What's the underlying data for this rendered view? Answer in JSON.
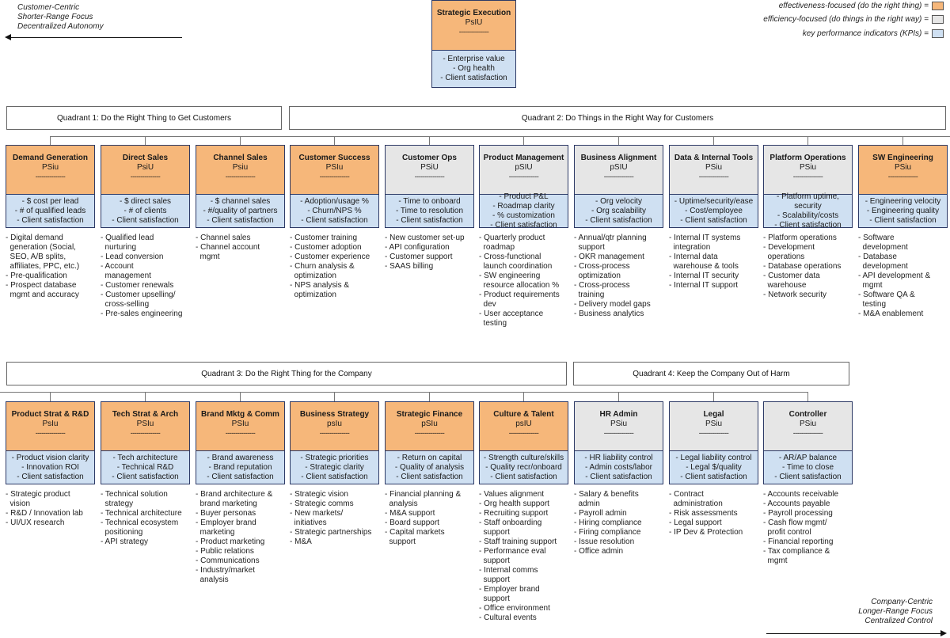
{
  "corner": {
    "top_left": [
      "Customer-Centric",
      "Shorter-Range Focus",
      "Decentralized Autonomy"
    ],
    "bottom_right": [
      "Company-Centric",
      "Longer-Range Focus",
      "Centralized Control"
    ]
  },
  "legend": [
    {
      "label": "effectiveness-focused (do the right thing) =",
      "color": "#f6b77a"
    },
    {
      "label": "efficiency-focused (do things in the right way) =",
      "color": "#e6e6e6"
    },
    {
      "label": "key performance indicators (KPIs) =",
      "color": "#cfe0f2"
    }
  ],
  "top": {
    "title": "Strategic Execution",
    "code": "PsIU",
    "dash": "---------------",
    "kpis": [
      "- Enterprise value",
      "- Org health",
      "- Client satisfaction"
    ]
  },
  "quadrants": {
    "q1": "Quadrant 1: Do the Right Thing to Get Customers",
    "q2": "Quadrant 2: Do Things in the Right Way for Customers",
    "q3": "Quadrant 3: Do the Right Thing for the Company",
    "q4": "Quadrant 4: Keep the Company Out of Harm"
  },
  "colors": {
    "effectiveness": "#f6b77a",
    "efficiency": "#e6e6e6",
    "kpi": "#cfe0f2",
    "border": "#2d3a66"
  },
  "row1": [
    {
      "title": "Demand Generation",
      "code": "PSiu",
      "type": "effectiveness",
      "kpis": [
        "- $ cost per lead",
        "- # of qualified leads",
        "- Client satisfaction"
      ],
      "items": [
        "- Digital demand",
        "  generation (Social,",
        "  SEO, A/B splits,",
        "  affiliates, PPC, etc.)",
        "- Pre-qualification",
        "- Prospect database",
        "  mgmt and accuracy"
      ]
    },
    {
      "title": "Direct Sales",
      "code": "PsiU",
      "type": "effectiveness",
      "kpis": [
        "- $ direct sales",
        "- # of clients",
        "- Client satisfaction"
      ],
      "items": [
        "- Qualified lead",
        "  nurturing",
        "- Lead conversion",
        "- Account",
        "  management",
        "- Customer renewals",
        "- Customer upselling/",
        "  cross-selling",
        "- Pre-sales engineering"
      ]
    },
    {
      "title": "Channel Sales",
      "code": "Psiu",
      "type": "effectiveness",
      "kpis": [
        "- $ channel sales",
        "- #/quality of partners",
        "- Client satisfaction"
      ],
      "items": [
        "- Channel sales",
        "- Channel account",
        "  mgmt"
      ]
    },
    {
      "title": "Customer Success",
      "code": "PSIu",
      "type": "effectiveness",
      "kpis": [
        "- Adoption/usage %",
        "- Churn/NPS %",
        "- Client satisfaction"
      ],
      "items": [
        "- Customer training",
        "- Customer adoption",
        "- Customer experience",
        "- Churn analysis &",
        "  optimization",
        "- NPS analysis &",
        "  optimization"
      ]
    },
    {
      "title": "Customer Ops",
      "code": "PSiU",
      "type": "efficiency",
      "kpis": [
        "- Time to onboard",
        "- Time to resolution",
        "- Client satisfaction"
      ],
      "items": [
        "- New customer set-up",
        "- API configuration",
        "- Customer support",
        "- SAAS billing"
      ]
    },
    {
      "title": "Product Management",
      "code": "pSIU",
      "type": "efficiency",
      "kpis": [
        "- Product P&L",
        "- Roadmap clarity",
        "- % customization",
        "- Client satisfaction"
      ],
      "items": [
        "- Quarterly product",
        "  roadmap",
        "- Cross-functional",
        "  launch coordination",
        "- SW engineering",
        "  resource allocation %",
        "- Product requirements",
        "  dev",
        "- User acceptance",
        "  testing"
      ]
    },
    {
      "title": "Business Alignment",
      "code": "pSIU",
      "type": "efficiency",
      "kpis": [
        "- Org velocity",
        "- Org scalability",
        "- Client satisfaction"
      ],
      "items": [
        "- Annual/qtr planning",
        "  support",
        "- OKR management",
        "- Cross-process",
        "  optimization",
        "- Cross-process",
        "  training",
        "- Delivery model gaps",
        "- Business analytics"
      ]
    },
    {
      "title": "Data & Internal Tools",
      "code": "PSiu",
      "type": "efficiency",
      "kpis": [
        "- Uptime/security/ease",
        "- Cost/employee",
        "- Client satisfaction"
      ],
      "items": [
        "- Internal IT systems",
        "  integration",
        "- Internal data",
        "  warehouse & tools",
        "- Internal IT security",
        "- Internal IT support"
      ]
    },
    {
      "title": "Platform Operations",
      "code": "PSiu",
      "type": "efficiency",
      "kpis": [
        "- Platform uptime,",
        "  security",
        "- Scalability/costs",
        "- Client satisfaction"
      ],
      "items": [
        "- Platform operations",
        "- Development",
        "  operations",
        "- Database operations",
        "- Customer data",
        "  warehouse",
        "- Network security"
      ]
    },
    {
      "title": "SW Engineering",
      "code": "PSiu",
      "type": "effectiveness",
      "kpis": [
        "- Engineering velocity",
        "- Engineering quality",
        "- Client satisfaction"
      ],
      "items": [
        "- Software",
        "  development",
        "- Database",
        "  development",
        "- API development &",
        "  mgmt",
        "- Software QA &",
        "  testing",
        "- M&A enablement"
      ]
    }
  ],
  "row2": [
    {
      "title": "Product Strat & R&D",
      "code": "PsIu",
      "type": "effectiveness",
      "kpis": [
        "- Product vision clarity",
        "- Innovation ROI",
        "- Client satisfaction"
      ],
      "items": [
        "- Strategic product",
        "  vision",
        "- R&D / Innovation lab",
        "- UI/UX research"
      ]
    },
    {
      "title": "Tech Strat & Arch",
      "code": "PSIu",
      "type": "effectiveness",
      "kpis": [
        "- Tech architecture",
        "- Technical R&D",
        "- Client satisfaction"
      ],
      "items": [
        "- Technical solution",
        "  strategy",
        "- Technical architecture",
        "- Technical ecosystem",
        "  positioning",
        "- API strategy"
      ]
    },
    {
      "title": "Brand Mktg & Comm",
      "code": "PSIu",
      "type": "effectiveness",
      "kpis": [
        "- Brand awareness",
        "- Brand reputation",
        "- Client satisfaction"
      ],
      "items": [
        "- Brand architecture &",
        "  brand marketing",
        "- Buyer personas",
        "- Employer brand",
        "  marketing",
        "- Product marketing",
        "- Public relations",
        "- Communications",
        "- Industry/market",
        "  analysis"
      ]
    },
    {
      "title": "Business Strategy",
      "code": "psIu",
      "type": "effectiveness",
      "kpis": [
        "- Strategic priorities",
        "- Strategic clarity",
        "- Client satisfaction"
      ],
      "items": [
        "- Strategic vision",
        "- Strategic comms",
        "- New markets/",
        "  initiatives",
        "- Strategic partnerships",
        "- M&A"
      ]
    },
    {
      "title": "Strategic Finance",
      "code": "pSIu",
      "type": "effectiveness",
      "kpis": [
        "- Return on capital",
        "- Quality of analysis",
        "- Client satisfaction"
      ],
      "items": [
        "- Financial planning &",
        "  analysis",
        "- M&A support",
        "- Board support",
        "- Capital markets",
        "  support"
      ]
    },
    {
      "title": "Culture & Talent",
      "code": "psIU",
      "type": "effectiveness",
      "kpis": [
        "- Strength culture/skills",
        "- Quality recr/onboard",
        "- Client satisfaction"
      ],
      "items": [
        "- Values alignment",
        "- Org health support",
        "- Recruiting support",
        "- Staff onboarding",
        "  support",
        "- Staff training support",
        "- Performance eval",
        "  support",
        "- Internal comms",
        "  support",
        "- Employer brand",
        "  support",
        "- Office environment",
        "- Cultural events"
      ]
    },
    {
      "title": "HR Admin",
      "code": "PSiu",
      "type": "efficiency",
      "kpis": [
        "- HR liability control",
        "- Admin costs/labor",
        "- Client satisfaction"
      ],
      "items": [
        "- Salary & benefits",
        "  admin",
        "- Payroll admin",
        "- Hiring compliance",
        "- Firing compliance",
        "- Issue resolution",
        "- Office admin"
      ]
    },
    {
      "title": "Legal",
      "code": "PSiu",
      "type": "efficiency",
      "kpis": [
        "- Legal liability control",
        "- Legal $/quality",
        "- Client satisfaction"
      ],
      "items": [
        "- Contract",
        "  administration",
        "- Risk assessments",
        "- Legal support",
        "- IP Dev & Protection"
      ]
    },
    {
      "title": "Controller",
      "code": "PSiu",
      "type": "efficiency",
      "kpis": [
        "- AR/AP balance",
        "- Time to close",
        "- Client satisfaction"
      ],
      "items": [
        "- Accounts receivable",
        "- Accounts payable",
        "- Payroll processing",
        "- Cash flow mgmt/",
        "  profit control",
        "- Financial reporting",
        "- Tax compliance &",
        "  mgmt"
      ]
    }
  ]
}
